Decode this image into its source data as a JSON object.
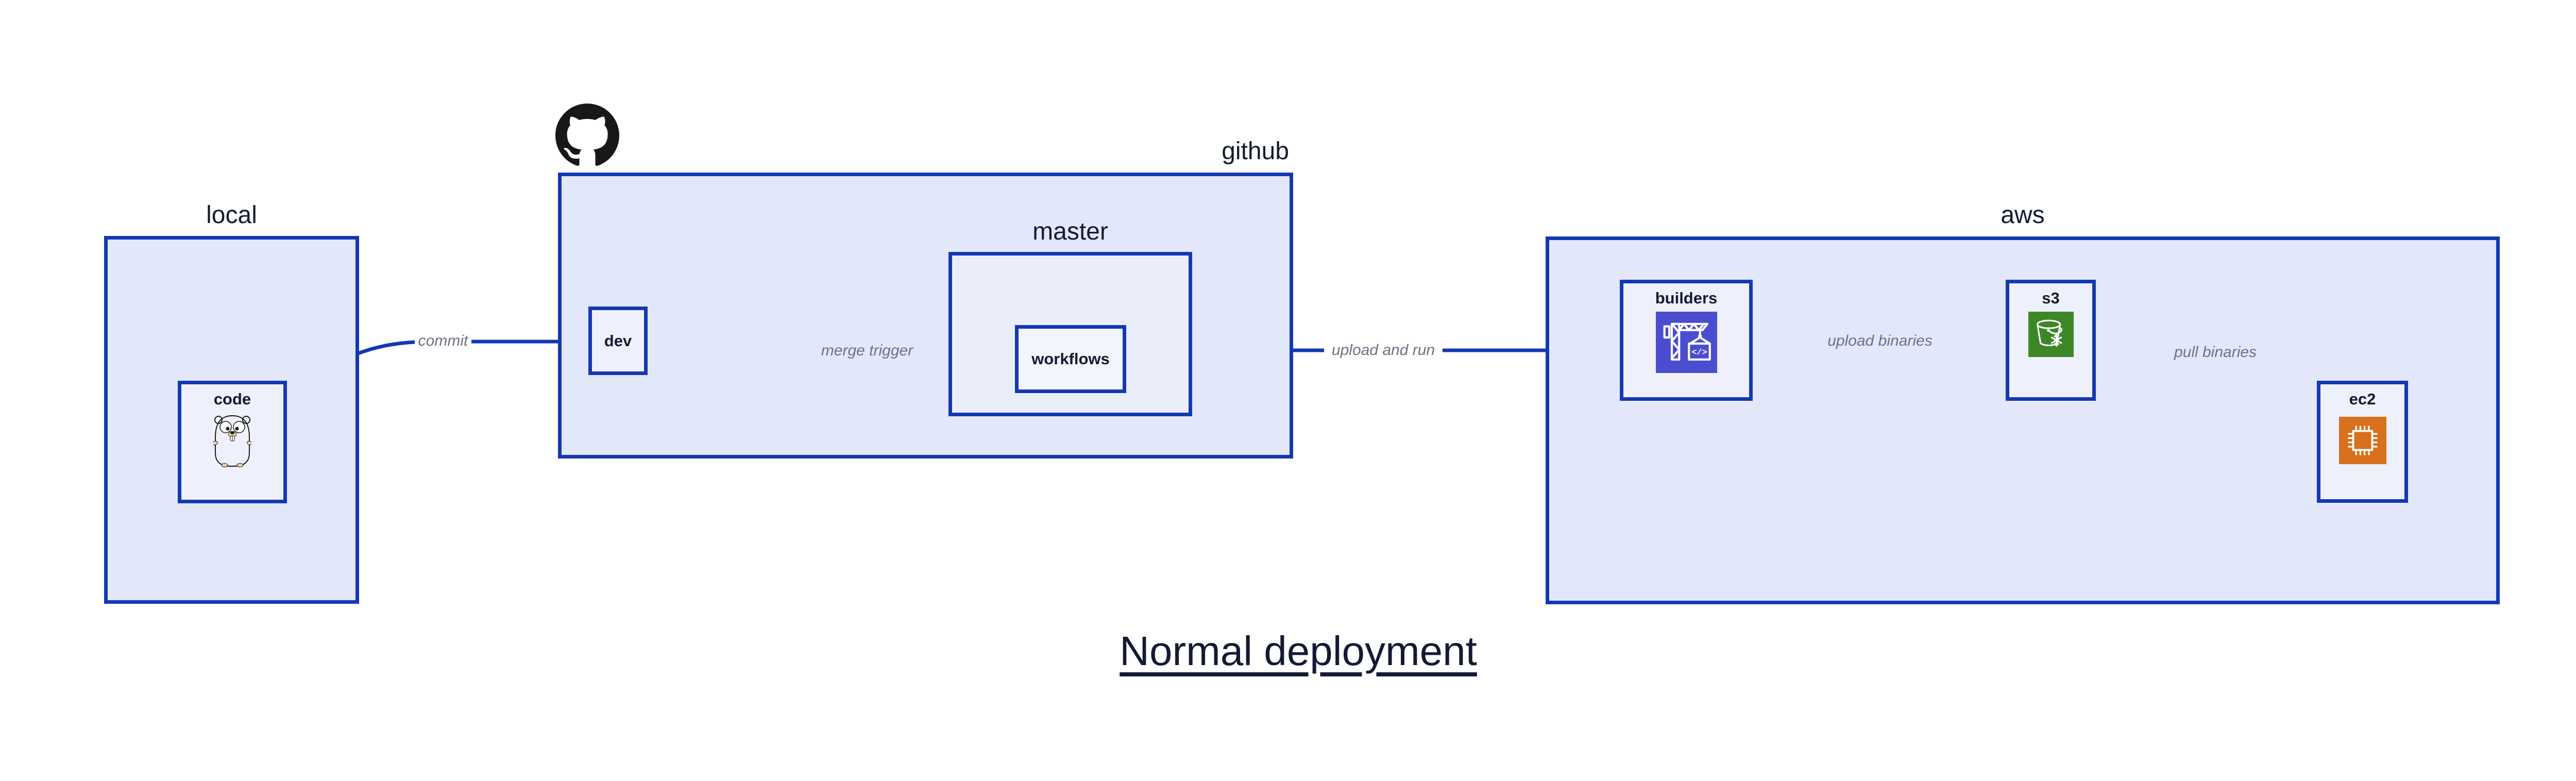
{
  "title": {
    "text": "Normal deployment"
  },
  "containers": {
    "local": {
      "label": "local"
    },
    "github": {
      "label": "github"
    },
    "master": {
      "label": "master"
    },
    "aws": {
      "label": "aws"
    }
  },
  "nodes": {
    "code": {
      "label": "code",
      "icon": "go-gopher-icon"
    },
    "dev": {
      "label": "dev"
    },
    "workflows": {
      "label": "workflows"
    },
    "builders": {
      "label": "builders",
      "icon": "codebuild-crane-icon",
      "icon_glyph": "</>"
    },
    "s3": {
      "label": "s3",
      "icon": "s3-glacier-bucket-icon"
    },
    "ec2": {
      "label": "ec2",
      "icon": "ec2-chip-icon"
    }
  },
  "edges": [
    {
      "label": "commit",
      "from": "code",
      "to": "dev"
    },
    {
      "label": "merge trigger",
      "from": "dev",
      "to": "workflows"
    },
    {
      "label": "upload and run",
      "from": "workflows",
      "to": "builders"
    },
    {
      "label": "upload binaries",
      "from": "builders",
      "to": "s3"
    },
    {
      "label": "pull binaries",
      "from": "s3",
      "to": "ec2"
    }
  ],
  "colors": {
    "stroke_blue": "#1438b4",
    "container_fill": "#e2e8f9",
    "node_fill": "#eef1fc",
    "master_fill": "#eaeefb",
    "workflows_fill": "#f3f5fd",
    "edge_label": "#6b7280",
    "text_dark": "#131b33",
    "github_black": "#191717",
    "builders_icon_bg": "#4b4dcf",
    "s3_icon_bg": "#3e8727",
    "ec2_icon_bg": "#d9701d",
    "gopher_body": "#6bd6dc",
    "gopher_tan": "#f2d3a6",
    "background": "#ffffff"
  }
}
